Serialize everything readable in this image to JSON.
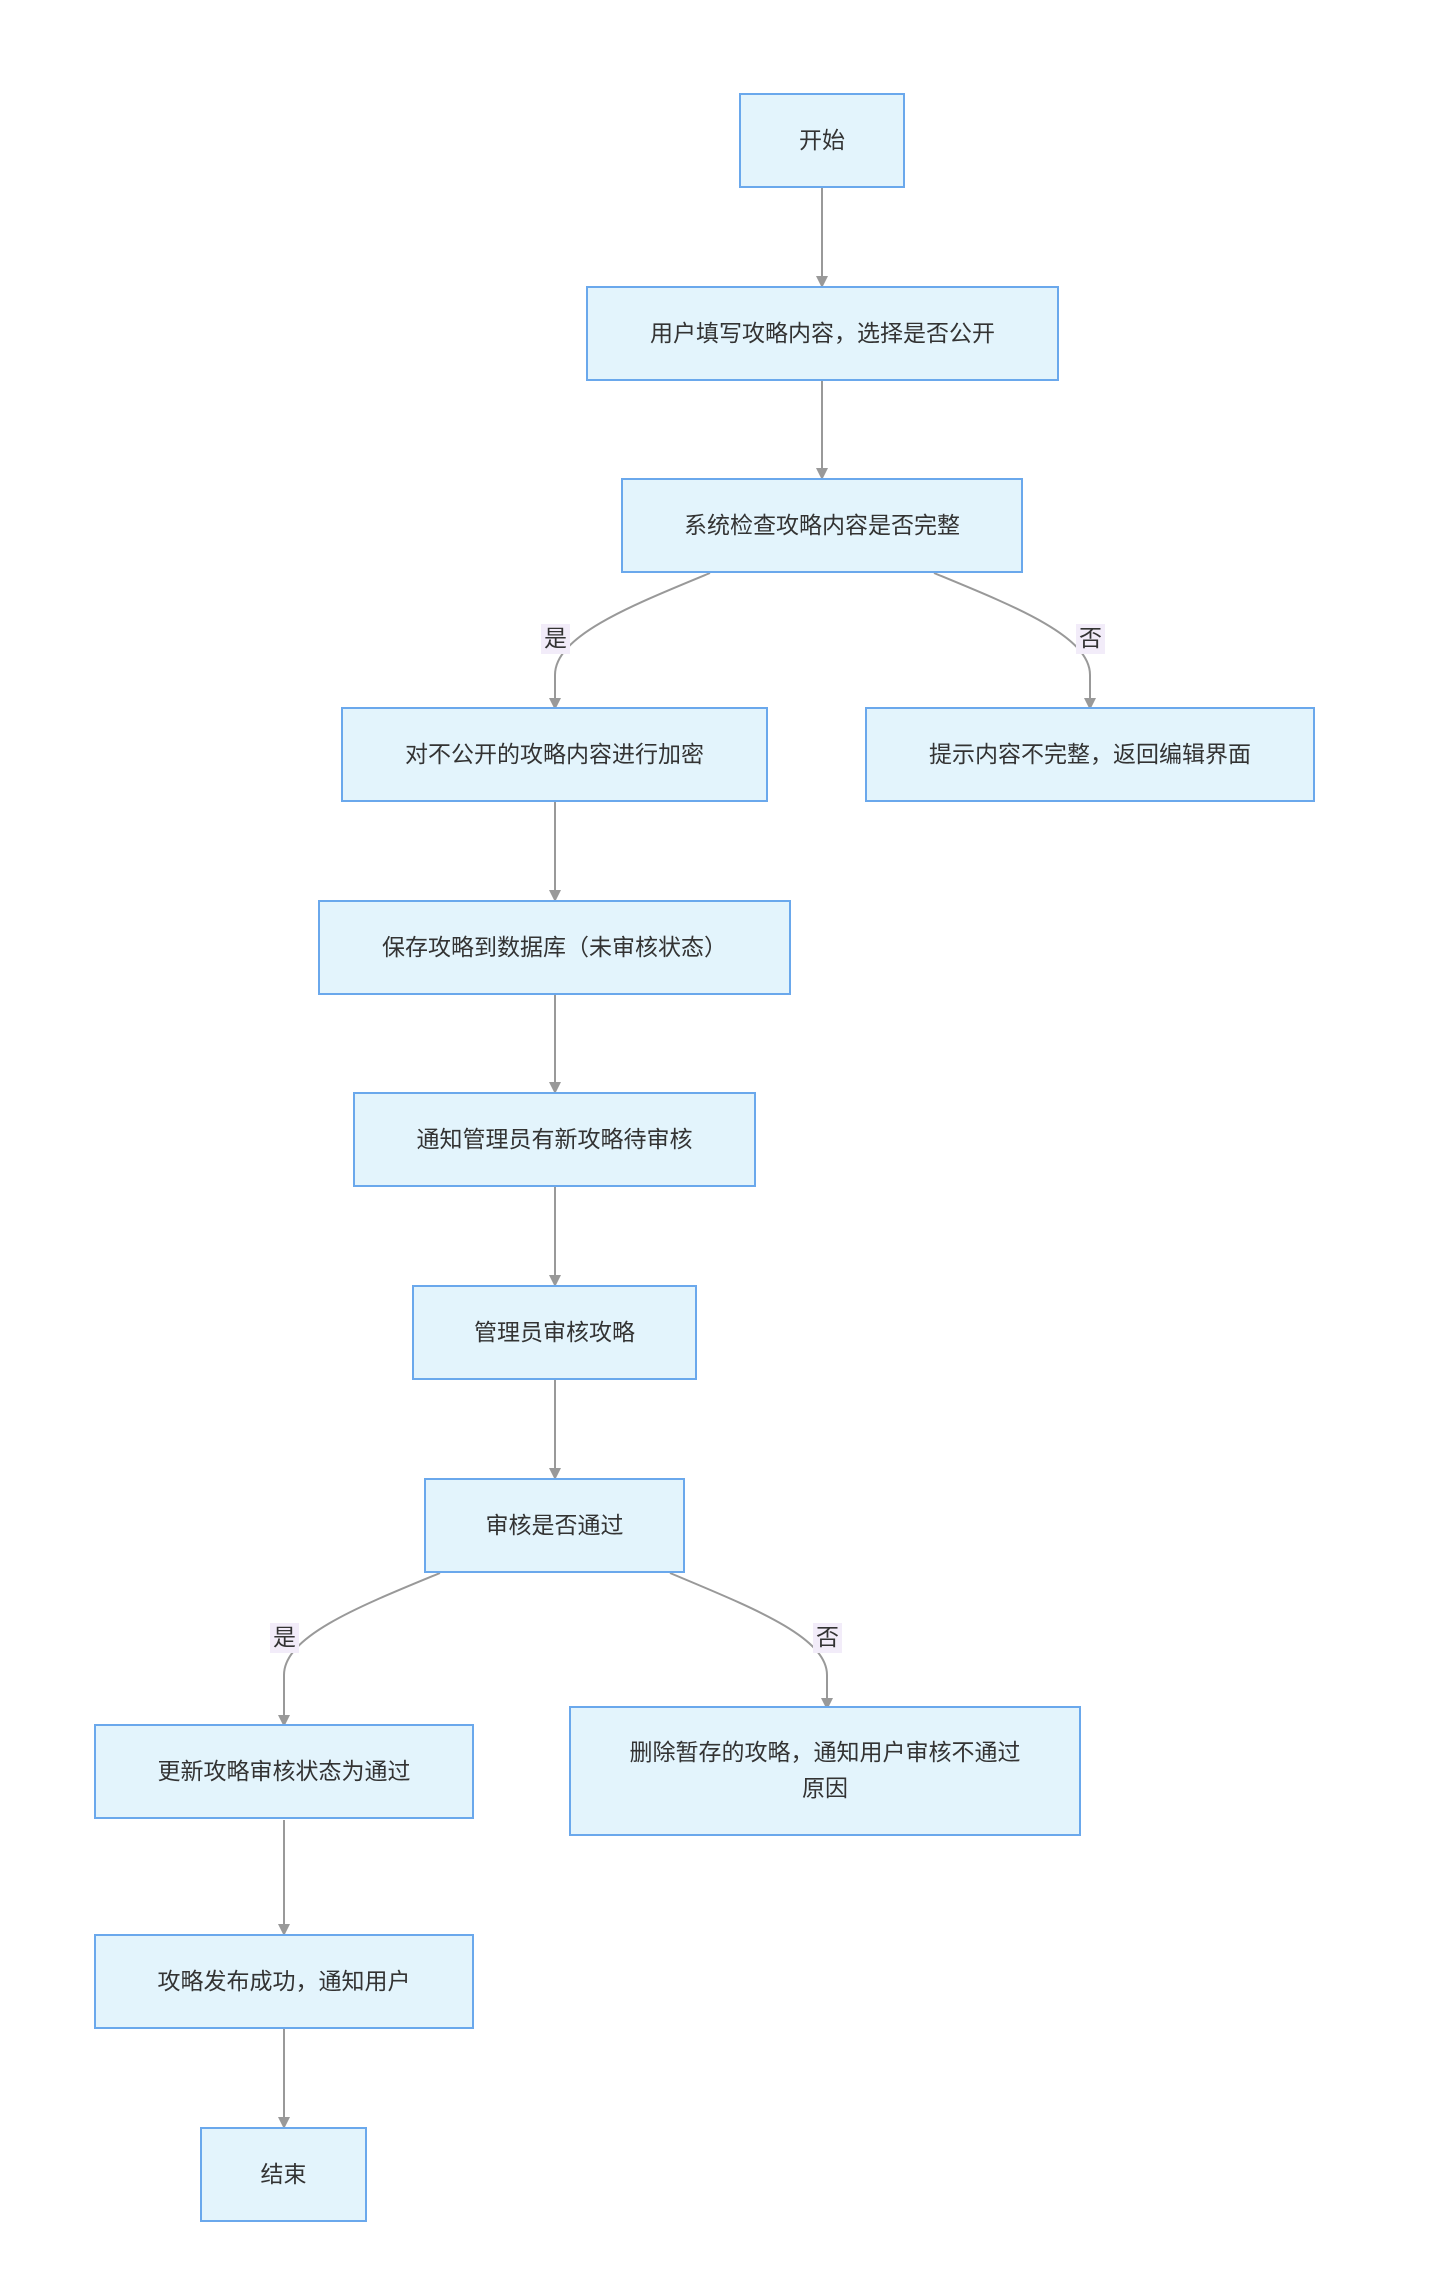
{
  "nodes": {
    "start": "开始",
    "fill": "用户填写攻略内容，选择是否公开",
    "check": "系统检查攻略内容是否完整",
    "encrypt": "对不公开的攻略内容进行加密",
    "incomplete": "提示内容不完整，返回编辑界面",
    "save": "保存攻略到数据库（未审核状态）",
    "notify_admin": "通知管理员有新攻略待审核",
    "review": "管理员审核攻略",
    "passed": "审核是否通过",
    "update": "更新攻略审核状态为通过",
    "delete": "删除暂存的攻略，通知用户审核不通过原因",
    "publish": "攻略发布成功，通知用户",
    "end": "结束"
  },
  "edge_labels": {
    "check_yes": "是",
    "check_no": "否",
    "passed_yes": "是",
    "passed_no": "否"
  },
  "colors": {
    "node_fill": "#e3f4fc",
    "node_border": "#6aa8ec",
    "edge": "#999999",
    "label_bg": "#f2ecf9"
  }
}
